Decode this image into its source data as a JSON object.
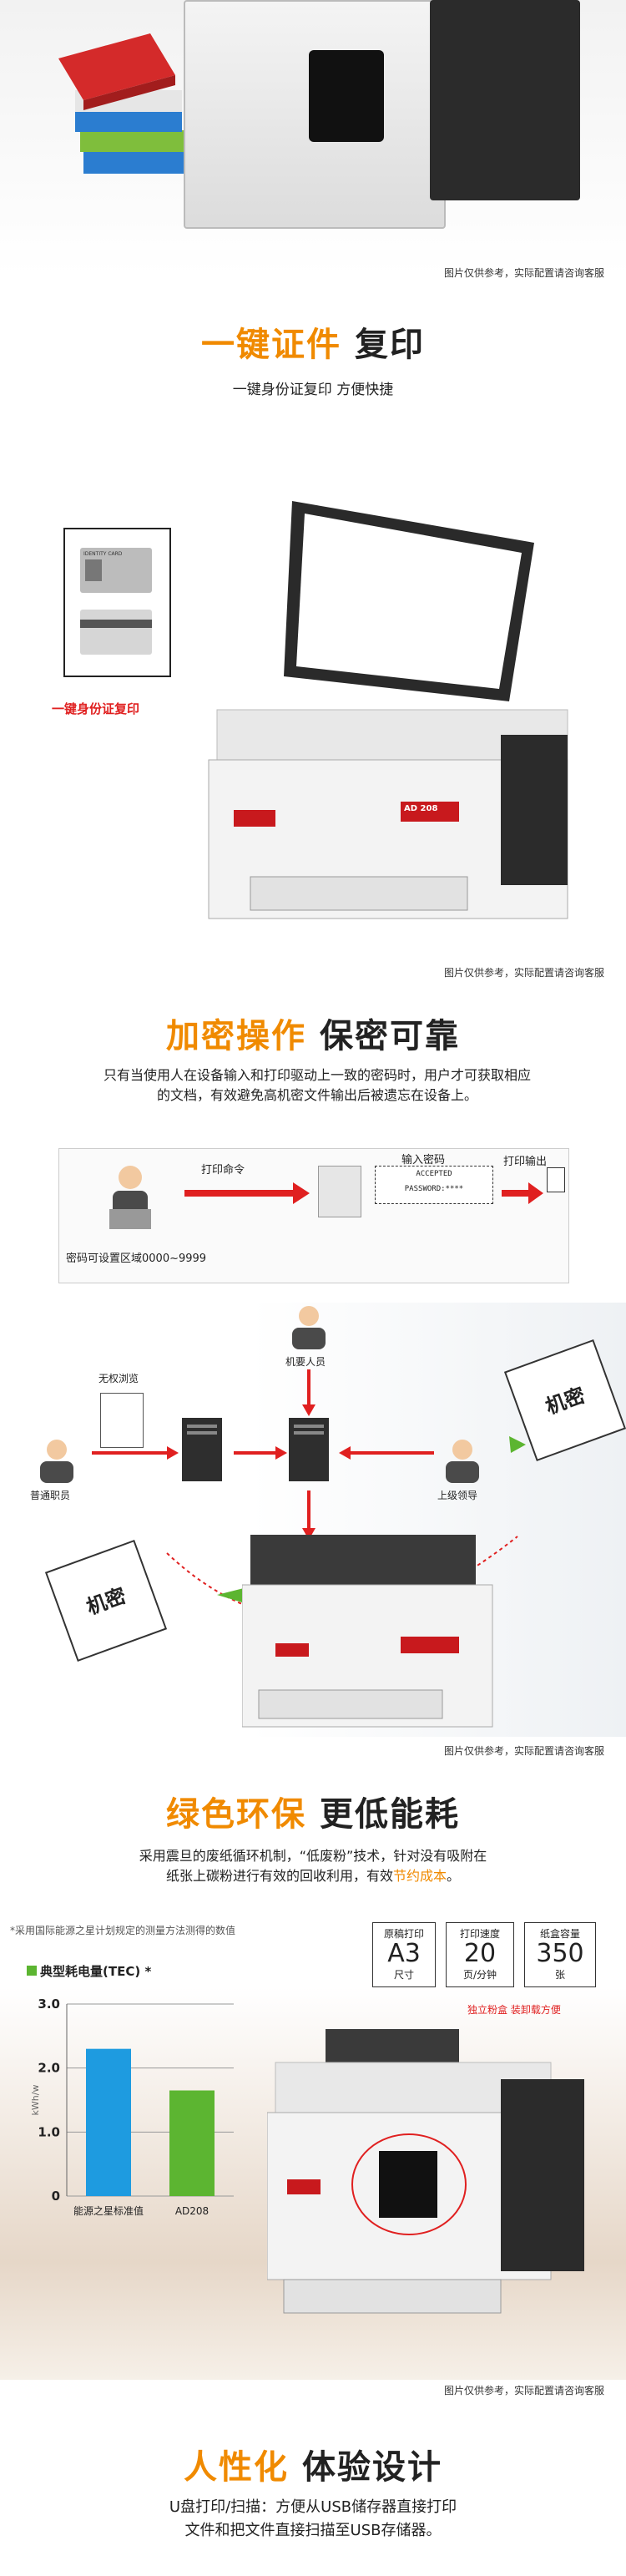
{
  "caption": "图片仅供参考，实际配置请咨询客服",
  "sections": {
    "id_copy": {
      "title_a": "一键证件",
      "title_b": "复印",
      "subtitle": "一键身份证复印 方便快捷",
      "card_label": "一键身份证复印",
      "card_text": "IDENTITY CARD",
      "model": "AD 208"
    },
    "secure": {
      "title_a": "加密操作",
      "title_b": "保密可靠",
      "desc": "只有当使用人在设备输入和打印驱动上一致的密码时，用户才可获取相应的文档，有效避免高机密文件输出后被遗忘在设备上。",
      "flow": {
        "print_cmd": "打印命令",
        "enter_pwd": "输入密码",
        "print_out": "打印输出",
        "pwd_range": "密码可设置区域0000~9999",
        "accepted": "ACCEPTED",
        "password": "PASSWORD:****"
      },
      "network": {
        "no_right": "无权浏览",
        "secret_staff": "机要人员",
        "normal_staff": "普通职员",
        "leader": "上级领导",
        "confidential": "机密"
      }
    },
    "green": {
      "title_a": "绿色环保",
      "title_b": "更低能耗",
      "desc_1": "采用震旦的废纸循环机制，“低废粉”技术，针对没有吸附在",
      "desc_2a": "纸张上碳粉进行有效的回收利用，有效",
      "desc_2b": "节约成本",
      "desc_2c": "。",
      "note": "*采用国际能源之星计划规定的测量方法测得的数值",
      "specs": [
        {
          "label": "原稿打印",
          "value": "A3",
          "unit": "尺寸"
        },
        {
          "label": "打印速度",
          "value": "20",
          "unit": "页/分钟"
        },
        {
          "label": "纸盒容量",
          "value": "350",
          "unit": "张"
        }
      ],
      "toner_note": "独立粉盒  装卸载方便",
      "accent_red": "#e02020",
      "accent_orange": "#f08a00"
    },
    "human": {
      "title_a": "人性化",
      "title_b": "体验设计",
      "desc_1": "U盘打印/扫描：方便从USB储存器直接打印",
      "desc_2": "文件和把文件直接扫描至USB存储器。"
    }
  },
  "chart_data": {
    "type": "bar",
    "title": "典型耗电量(TEC)",
    "title_suffix": "*",
    "ylabel": "kWh/w",
    "categories": [
      "能源之星标准值",
      "AD208"
    ],
    "values": [
      2.3,
      1.65
    ],
    "colors": [
      "#1e9be0",
      "#5cb531"
    ],
    "ylim": [
      0,
      3.0
    ],
    "yticks": [
      "0",
      "1.0",
      "2.0",
      "3.0"
    ],
    "grid": true
  }
}
